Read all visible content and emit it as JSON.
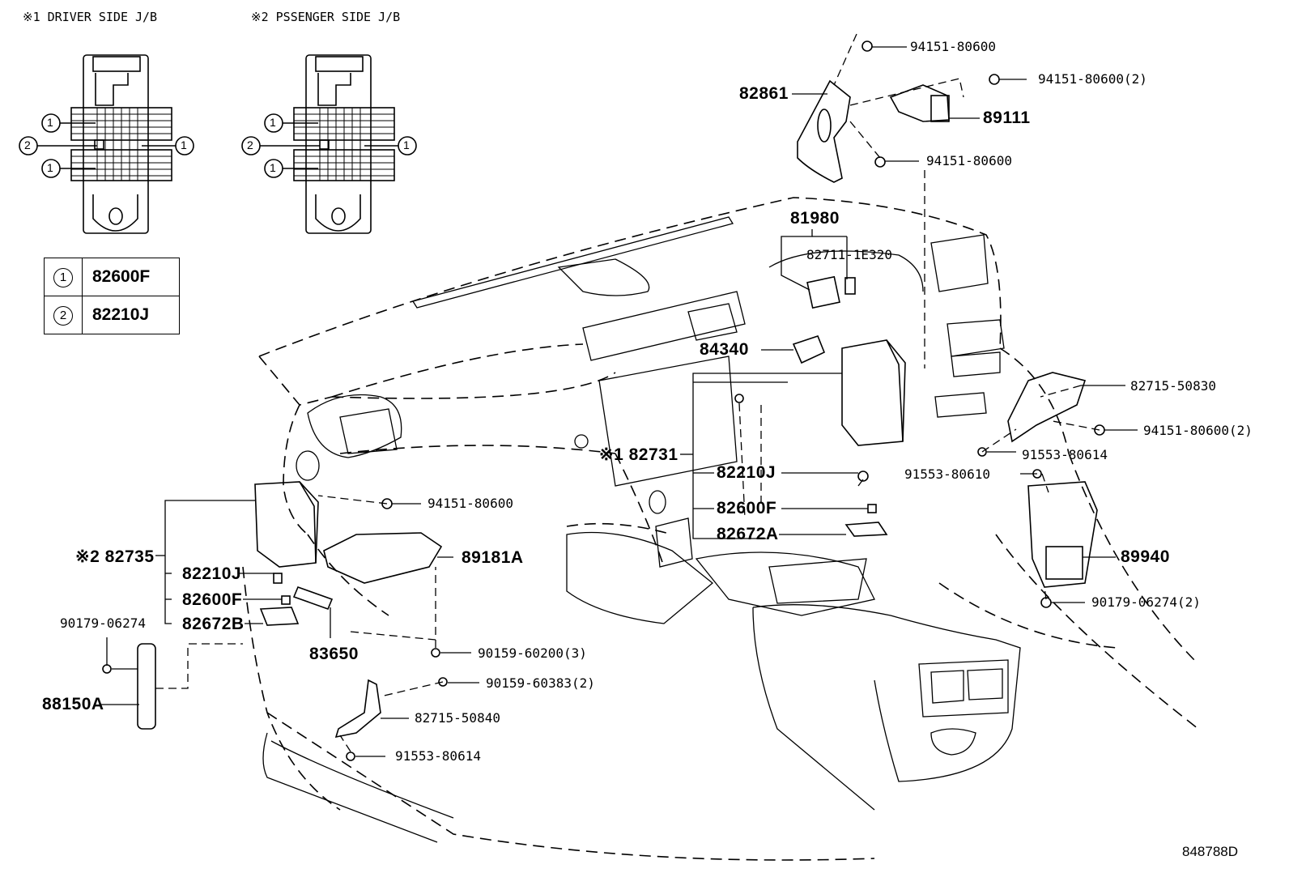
{
  "headers": {
    "driver_jb": "※1 DRIVER SIDE J/B",
    "passenger_jb": "※2 PSSENGER SIDE J/B"
  },
  "legend": [
    {
      "num": "1",
      "code": "82600F"
    },
    {
      "num": "2",
      "code": "82210J"
    }
  ],
  "callout_marks": {
    "one": "1",
    "two": "2"
  },
  "labels": {
    "p82861": "82861",
    "p89111": "89111",
    "p94151_top": "94151-80600",
    "p94151_2_top": "94151-80600(2)",
    "p94151_mid": "94151-80600",
    "p81980": "81980",
    "p82711": "82711-1E320",
    "p84340": "84340",
    "p82731": "※1 82731",
    "p82210J_c": "82210J",
    "p82600F_c": "82600F",
    "p82672A": "82672A",
    "p82715_50830": "82715-50830",
    "p94151_2_right": "94151-80600(2)",
    "p91553_80614_r": "91553-80614",
    "p91553_80610": "91553-80610",
    "p89940": "89940",
    "p90179_2": "90179-06274(2)",
    "p94151_left": "94151-80600",
    "p89181A": "89181A",
    "p82735": "※2 82735",
    "p82210J_l": "82210J",
    "p82600F_l": "82600F",
    "p82672B": "82672B",
    "p83650": "83650",
    "p90179": "90179-06274",
    "p88150A": "88150A",
    "p90159_200": "90159-60200(3)",
    "p90159_383": "90159-60383(2)",
    "p82715_50840": "82715-50840",
    "p91553_80614_b": "91553-80614"
  },
  "figure_id": "848788D"
}
